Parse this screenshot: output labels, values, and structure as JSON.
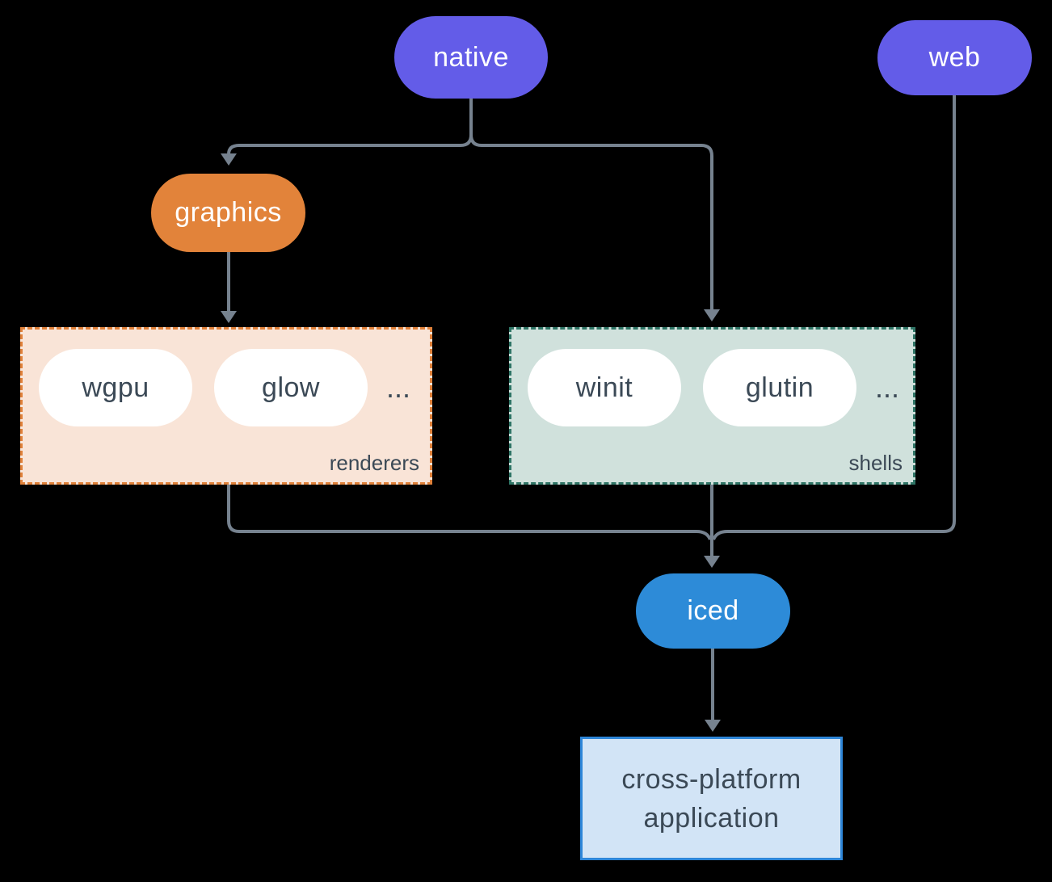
{
  "colors": {
    "background": "#000000",
    "line": "#76828F",
    "native": "#635CE8",
    "web": "#635CE8",
    "graphics": "#E2833A",
    "iced": "#2D8BD8",
    "pill_text_light": "#FFFFFF",
    "dark_text": "#3B4956",
    "renderers_bg": "#F9E4D7",
    "renderers_border": "#E0813A",
    "shells_bg": "#D0E1DC",
    "shells_border": "#2F7566",
    "app_bg": "#D2E4F6",
    "app_border": "#2E86D8"
  },
  "nodes": {
    "native": {
      "label": "native"
    },
    "web": {
      "label": "web"
    },
    "graphics": {
      "label": "graphics"
    },
    "iced": {
      "label": "iced"
    }
  },
  "groups": {
    "renderers": {
      "label": "renderers",
      "items": [
        "wgpu",
        "glow"
      ],
      "ellipsis": "..."
    },
    "shells": {
      "label": "shells",
      "items": [
        "winit",
        "glutin"
      ],
      "ellipsis": "..."
    }
  },
  "app_box": {
    "line1": "cross-platform",
    "line2": "application"
  }
}
